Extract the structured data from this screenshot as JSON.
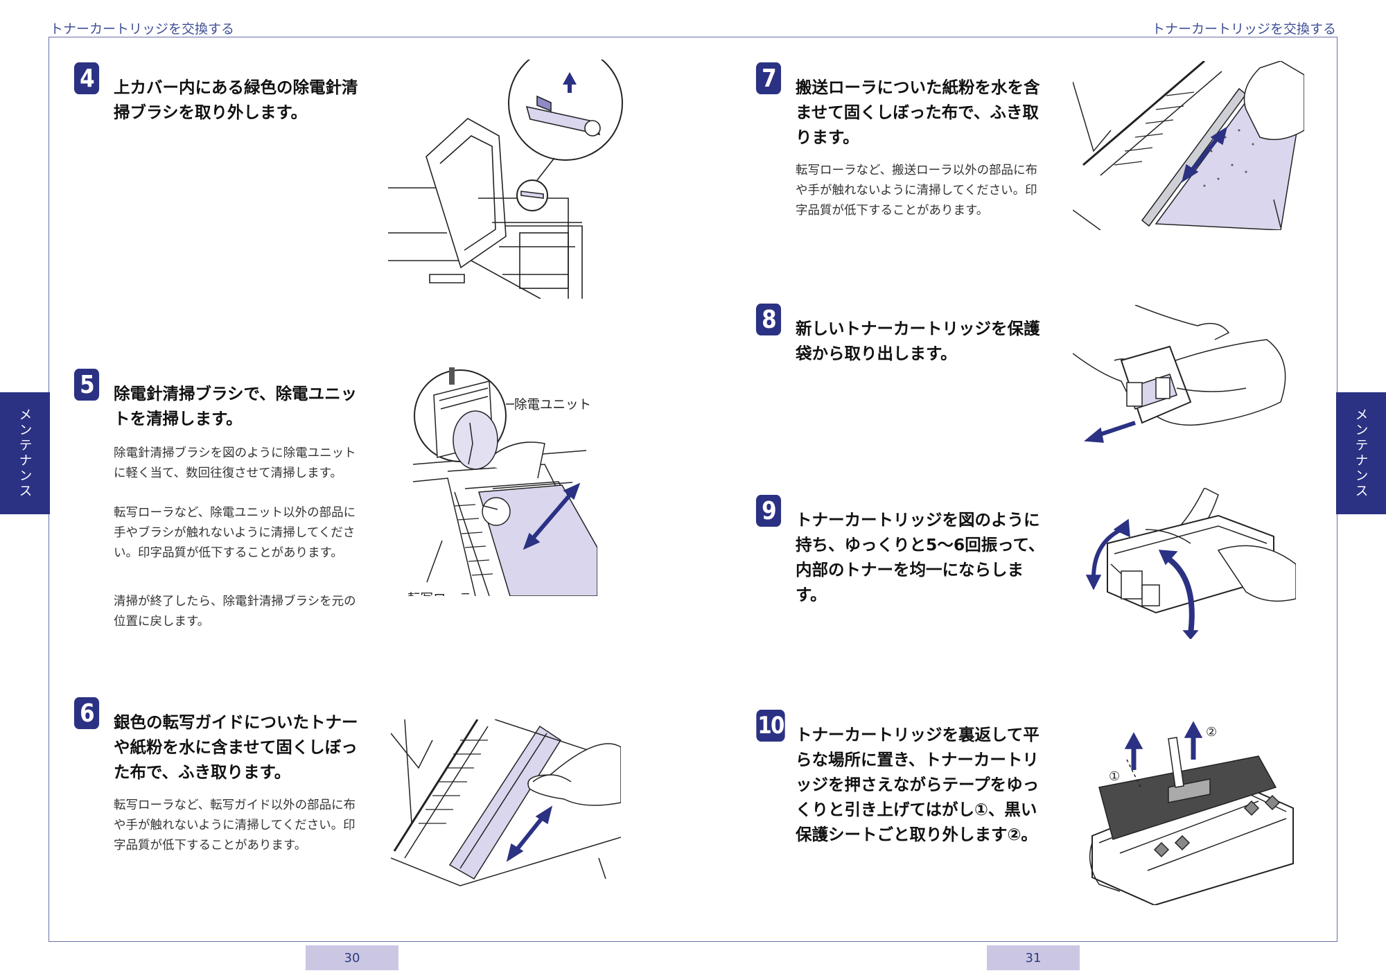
{
  "header": {
    "left_title": "トナーカートリッジを交換する",
    "right_title": "トナーカートリッジを交換する"
  },
  "side_tab": {
    "left": "メンテナンス",
    "right": "メンテナンス"
  },
  "page_numbers": {
    "left": "30",
    "right": "31"
  },
  "steps": [
    {
      "number": "4",
      "heading": "上カバー内にある緑色の除電針清掃ブラシを取り外します。",
      "notes": []
    },
    {
      "number": "5",
      "heading": "除電針清掃ブラシで、除電ユニットを清掃します。",
      "notes": [
        "除電針清掃ブラシを図のように除電ユニットに軽く当て、数回往復させて清掃します。",
        "転写ローラなど、除電ユニット以外の部品に手やブラシが触れないように清掃してください。印字品質が低下することがあります。",
        "清掃が終了したら、除電針清掃ブラシを元の位置に戻します。"
      ]
    },
    {
      "number": "6",
      "heading": "銀色の転写ガイドについたトナーや紙粉を水に含ませて固くしぼった布で、ふき取ります。",
      "notes": [
        "転写ローラなど、転写ガイド以外の部品に布や手が触れないように清掃してください。印字品質が低下することがあります。"
      ]
    },
    {
      "number": "7",
      "heading": "搬送ローラについた紙粉を水を含ませて固くしぼった布で、ふき取ります。",
      "notes": [
        "転写ローラなど、搬送ローラ以外の部品に布や手が触れないように清掃してください。印字品質が低下することがあります。"
      ]
    },
    {
      "number": "8",
      "heading": "新しいトナーカートリッジを保護袋から取り出します。",
      "notes": []
    },
    {
      "number": "9",
      "heading": "トナーカートリッジを図のように持ち、ゆっくりと5〜6回振って、内部のトナーを均一にならします。",
      "notes": []
    },
    {
      "number": "10",
      "heading": "トナーカートリッジを裏返して平らな場所に置き、トナーカートリッジを押さえながらテープをゆっくりと引き上げてはがし①、黒い保護シートごと取り外します②。",
      "notes": []
    }
  ],
  "callouts": {
    "discharge_unit": "除電ユニット",
    "transfer_roller": "転写ローラ",
    "marker_1": "①",
    "marker_2": "②"
  },
  "colors": {
    "accent": "#2b3183",
    "page_number_bg": "#cbc7e3",
    "highlight": "#c9c6e6",
    "header_text": "#3f4f95"
  }
}
